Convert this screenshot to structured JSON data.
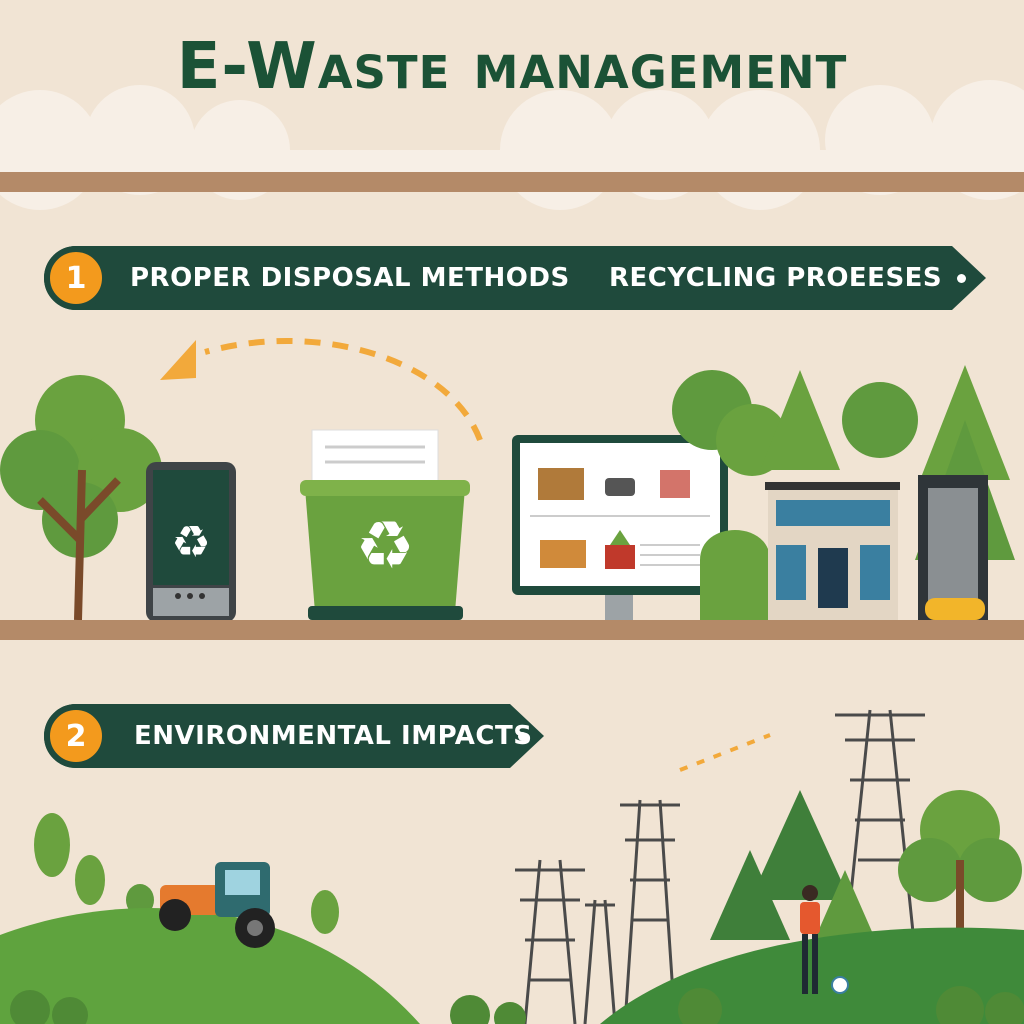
{
  "title": "E-Waste management",
  "banners": [
    {
      "number": "1",
      "labels": [
        "PROPER DISPOSAL METHODS",
        "RECYCLING PROEESES"
      ]
    },
    {
      "number": "2",
      "labels": [
        "ENVIRONMENTAL IMPACTS"
      ]
    }
  ],
  "colors": {
    "background": "#f1e4d4",
    "banner": "#1f4a3c",
    "badge": "#f39a1d",
    "title": "#1b5236",
    "shelf": "#b48a68",
    "foliage": "#5f9a3e",
    "hill": "#4f9a3a"
  }
}
